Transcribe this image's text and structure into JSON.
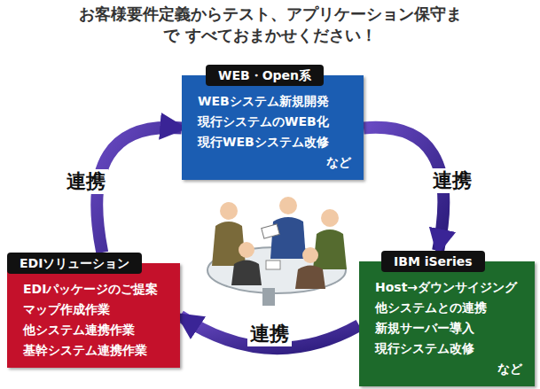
{
  "diagram": {
    "title": "お客様要件定義からテスト、アプリケーション保守まで すべておまかせください！",
    "nodes": [
      {
        "text": [
          "WEB・Open系",
          "WEBシステム新規開発",
          "現行システムのWEB化",
          "現行WEBシステム改修",
          "など"
        ]
      },
      {
        "text": [
          "EDIソリューション",
          "EDIパッケージのご提案",
          "マップ作成作業",
          "他システム連携作業",
          "基幹システム連携作業"
        ]
      },
      {
        "text": [
          "IBM iSeries",
          "Host→ダウンサイジング",
          "他システムとの連携",
          "新規サーバー導入",
          "現行システム改修",
          "など"
        ]
      }
    ],
    "edges": [
      {
        "from": 0,
        "to": 2,
        "label": "連携",
        "arrow": "to"
      },
      {
        "from": 2,
        "to": 1,
        "label": "連携",
        "arrow": "to"
      },
      {
        "from": 1,
        "to": 0,
        "label": "連携",
        "arrow": "to"
      }
    ]
  }
}
